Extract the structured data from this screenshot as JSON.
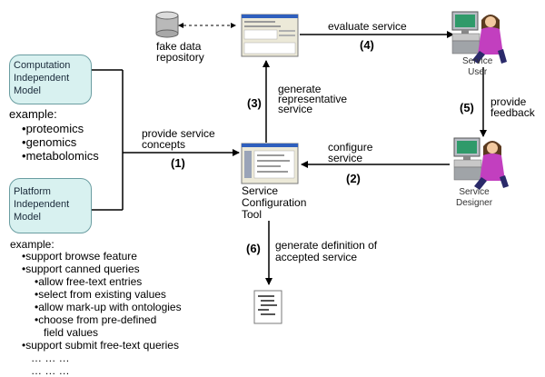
{
  "models": {
    "cim": [
      "Computation",
      "Independent",
      "Model"
    ],
    "pim": [
      "Platform",
      "Independent",
      "Model"
    ]
  },
  "examples": {
    "label1": "example:",
    "list1": [
      "proteomics",
      "genomics",
      "metabolomics"
    ],
    "label2": "example:",
    "list2": [
      {
        "text": "support browse feature",
        "level": 0
      },
      {
        "text": "support canned queries",
        "level": 0
      },
      {
        "text": "allow free-text entries",
        "level": 1
      },
      {
        "text": "select from existing values",
        "level": 1
      },
      {
        "text": "allow mark-up with ontologies",
        "level": 1
      },
      {
        "text": "choose from pre-defined",
        "level": 1
      },
      {
        "text": "field values",
        "level": 2
      },
      {
        "text": "support submit free-text queries",
        "level": 0
      }
    ],
    "ellipsis": [
      "… … …",
      "… … …"
    ]
  },
  "nodes": {
    "repository": "fake data\nrepository",
    "tool": [
      "Service",
      "Configuration",
      "Tool"
    ],
    "user": [
      "Service",
      "User"
    ],
    "designer": [
      "Service",
      "Designer"
    ]
  },
  "edges": {
    "e1": {
      "label": [
        "provide service",
        "concepts"
      ],
      "step": "(1)"
    },
    "e2": {
      "label": [
        "configure",
        "service"
      ],
      "step": "(2)"
    },
    "e3": {
      "label": [
        "generate",
        "representative",
        "service"
      ],
      "step": "(3)"
    },
    "e4": {
      "label": [
        "evaluate service"
      ],
      "step": "(4)"
    },
    "e5": {
      "label": [
        "provide",
        "feedback"
      ],
      "step": "(5)"
    },
    "e6": {
      "label": [
        "generate definition of",
        "accepted service"
      ],
      "step": "(6)"
    }
  }
}
